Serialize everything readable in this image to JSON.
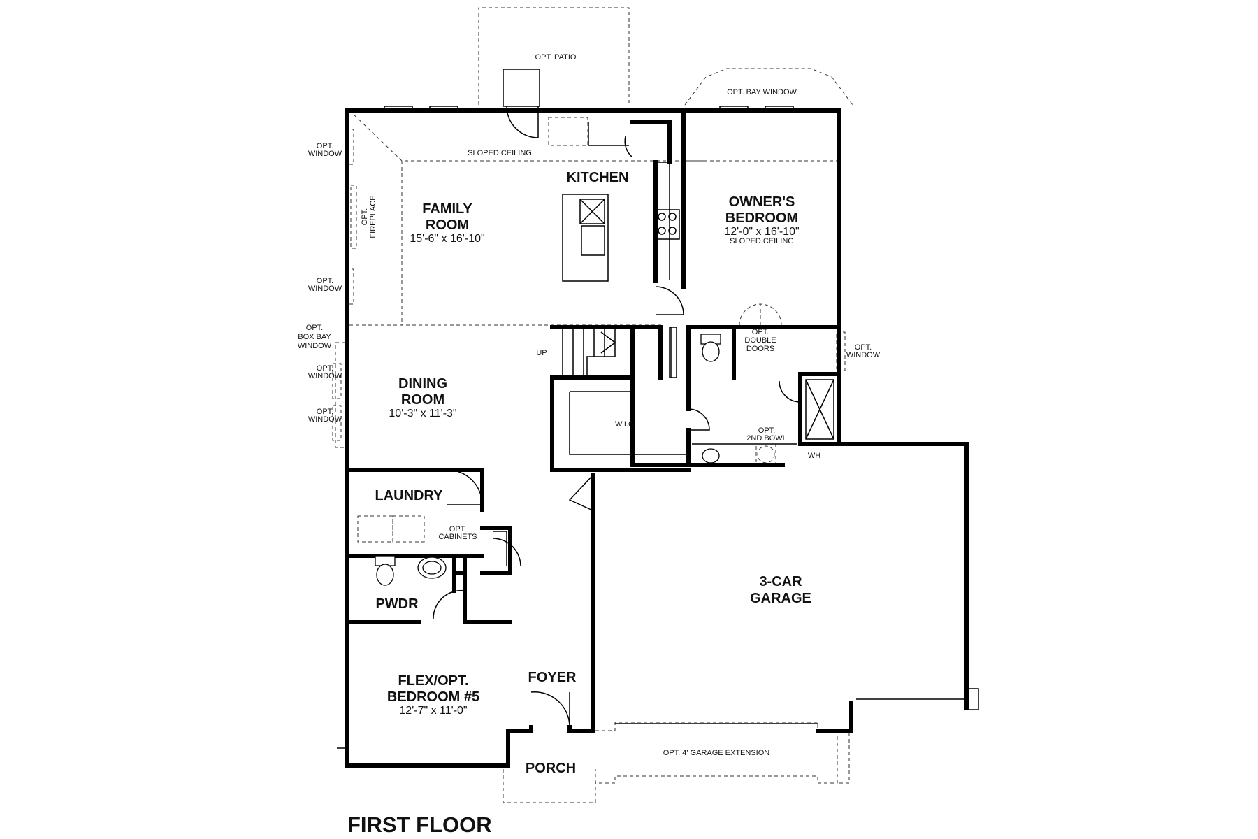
{
  "plan": {
    "title": "FIRST FLOOR",
    "rooms": {
      "family_room": {
        "name_line1": "FAMILY",
        "name_line2": "ROOM",
        "size": "15'-6\" x 16'-10\""
      },
      "kitchen": {
        "name": "KITCHEN"
      },
      "owners_bedroom": {
        "name_line1": "OWNER'S",
        "name_line2": "BEDROOM",
        "size": "12'-0\" x 16'-10\"",
        "note": "SLOPED CEILING"
      },
      "dining_room": {
        "name_line1": "DINING",
        "name_line2": "ROOM",
        "size": "10'-3\" x 11'-3\""
      },
      "laundry": {
        "name": "LAUNDRY"
      },
      "pwdr": {
        "name": "PWDR"
      },
      "flex": {
        "name_line1": "FLEX/OPT.",
        "name_line2": "BEDROOM #5",
        "size": "12'-7\" x 11'-0\""
      },
      "foyer": {
        "name": "FOYER"
      },
      "porch": {
        "name": "PORCH"
      },
      "garage": {
        "name_line1": "3-CAR",
        "name_line2": "GARAGE"
      },
      "wic": {
        "name": "W.I.C."
      }
    },
    "notes": {
      "opt_patio": "OPT. PATIO",
      "opt_bay_window": "OPT. BAY WINDOW",
      "sloped_ceiling": "SLOPED CEILING",
      "opt_window_1_a": "OPT.",
      "opt_window_1_b": "WINDOW",
      "opt_window_2_a": "OPT.",
      "opt_window_2_b": "WINDOW",
      "opt_fireplace_a": "OPT.",
      "opt_fireplace_b": "FIREPLACE",
      "opt_box_bay_a": "OPT.",
      "opt_box_bay_b": "BOX BAY",
      "opt_box_bay_c": "WINDOW",
      "opt_window_3_a": "OPT.",
      "opt_window_3_b": "WINDOW",
      "opt_window_4_a": "OPT.",
      "opt_window_4_b": "WINDOW",
      "opt_double_doors_a": "OPT.",
      "opt_double_doors_b": "DOUBLE",
      "opt_double_doors_c": "DOORS",
      "opt_window_5_a": "OPT.",
      "opt_window_5_b": "WINDOW",
      "opt_2nd_bowl_a": "OPT.",
      "opt_2nd_bowl_b": "2ND BOWL",
      "wh": "WH",
      "up": "UP",
      "opt_cabinets_a": "OPT.",
      "opt_cabinets_b": "CABINETS",
      "opt_garage_ext": "OPT. 4' GARAGE EXTENSION"
    }
  }
}
